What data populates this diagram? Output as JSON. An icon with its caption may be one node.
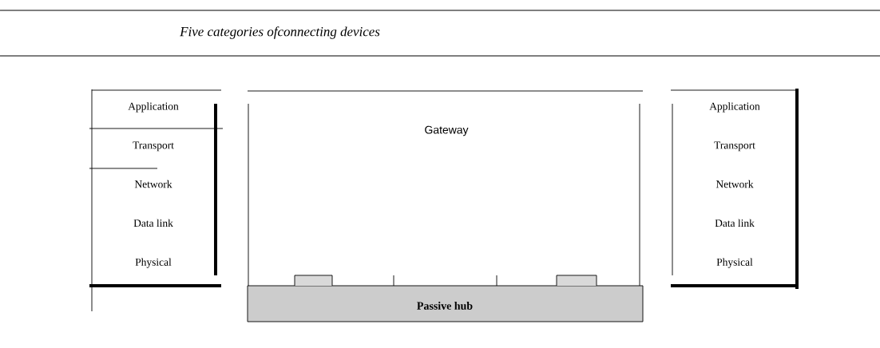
{
  "diagram": {
    "title": "Five categories ofconnecting devices",
    "nodes": [
      {
        "text": [
          "Application",
          "Transport",
          "Network",
          "Data link",
          "Physical"
        ]
      },
      {
        "text": [
          "Gateway"
        ]
      },
      {
        "text": [
          "Passive hub"
        ]
      },
      {
        "text": [
          "Application",
          "Transport",
          "Network",
          "Data link",
          "Physical"
        ]
      }
    ]
  }
}
